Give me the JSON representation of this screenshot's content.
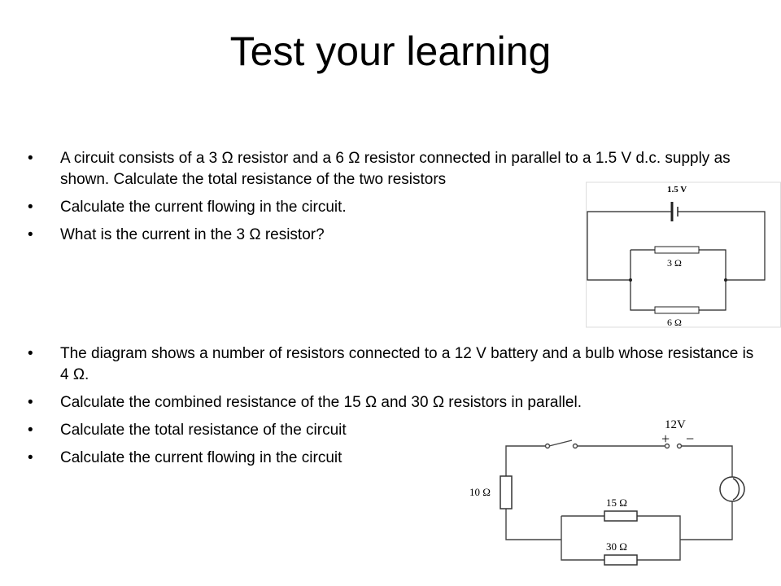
{
  "slide": {
    "title": "Test your learning",
    "bullet_glyph": "•"
  },
  "questions_1": [
    "A circuit consists of a 3 Ω resistor and a 6 Ω resistor connected in parallel to a 1.5 V d.c. supply as shown. Calculate the total resistance of the two resistors",
    "Calculate the current flowing in the circuit.",
    "What is the current in the 3 Ω resistor?"
  ],
  "questions_2": [
    "The diagram shows a number of resistors connected to a 12 V battery and a bulb whose resistance is 4 Ω.",
    "Calculate the combined resistance of the 15 Ω and 30 Ω resistors in parallel.",
    "Calculate the total resistance of the circuit",
    "Calculate the current flowing in the circuit"
  ],
  "diagram_1": {
    "supply_label": "1.5 V",
    "resistor_top_label": "3 Ω",
    "resistor_bottom_label": "6 Ω"
  },
  "diagram_2": {
    "battery_label": "12V",
    "plus_sign": "+",
    "minus_sign": "−",
    "series_resistor_label": "10 Ω",
    "parallel_top_label": "15 Ω",
    "parallel_bottom_label": "30 Ω"
  }
}
